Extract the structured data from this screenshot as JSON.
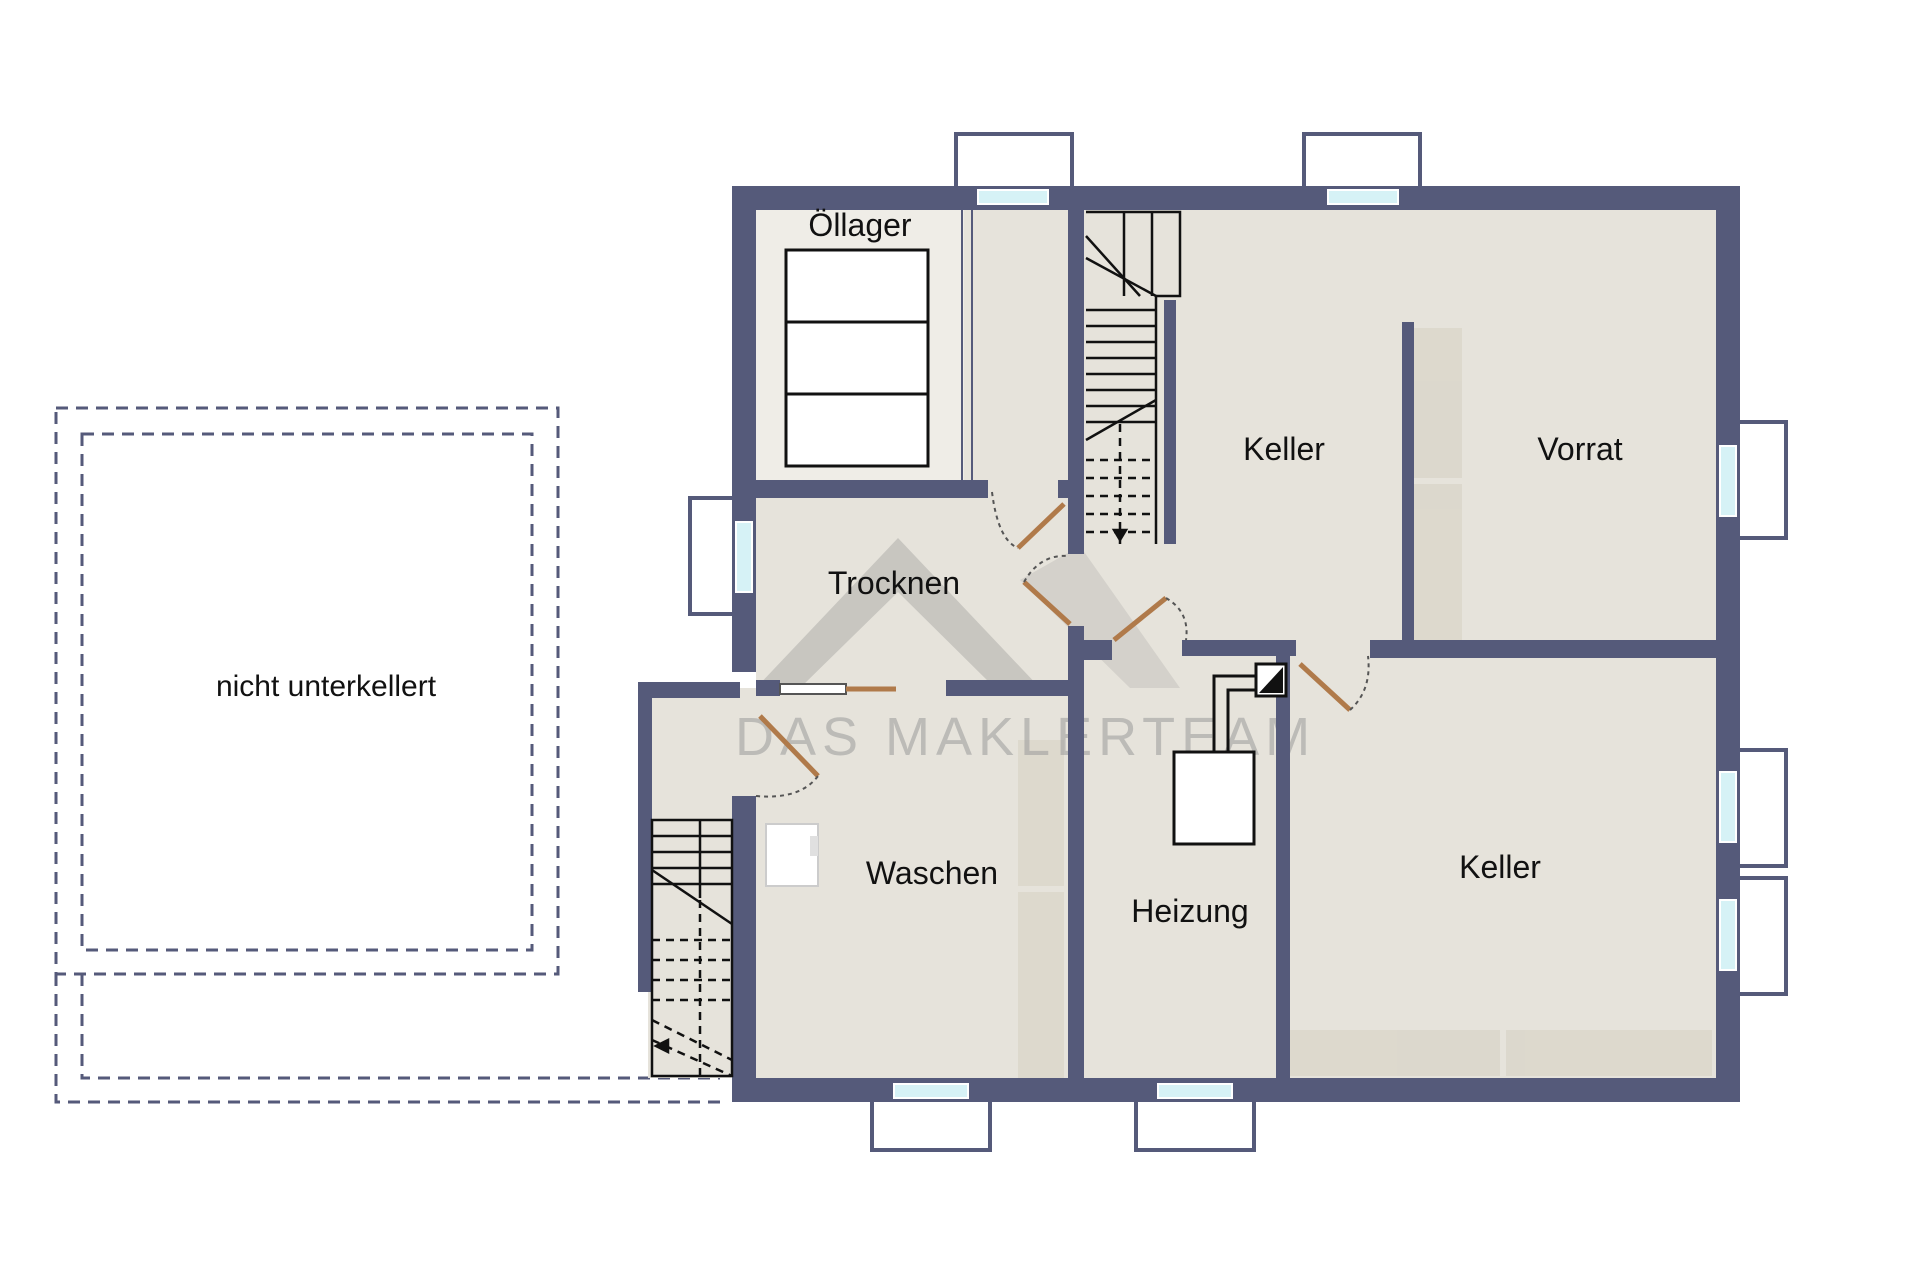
{
  "floor_plan": {
    "rooms": {
      "oellager": "Öllager",
      "trocknen": "Trocknen",
      "keller_north": "Keller",
      "vorrat": "Vorrat",
      "waschen": "Waschen",
      "heizung": "Heizung",
      "keller_south": "Keller",
      "nicht_unterkellert": "nicht unterkellert"
    },
    "watermark": "DAS MAKLERTEAM",
    "colors": {
      "wall": "#555a7a",
      "floor": "#e6e3db",
      "door": "#b07a4a",
      "window_glass": "#d6f2f6",
      "dashed_outline": "#555a7a",
      "watermark": "#9b9b9b"
    }
  }
}
